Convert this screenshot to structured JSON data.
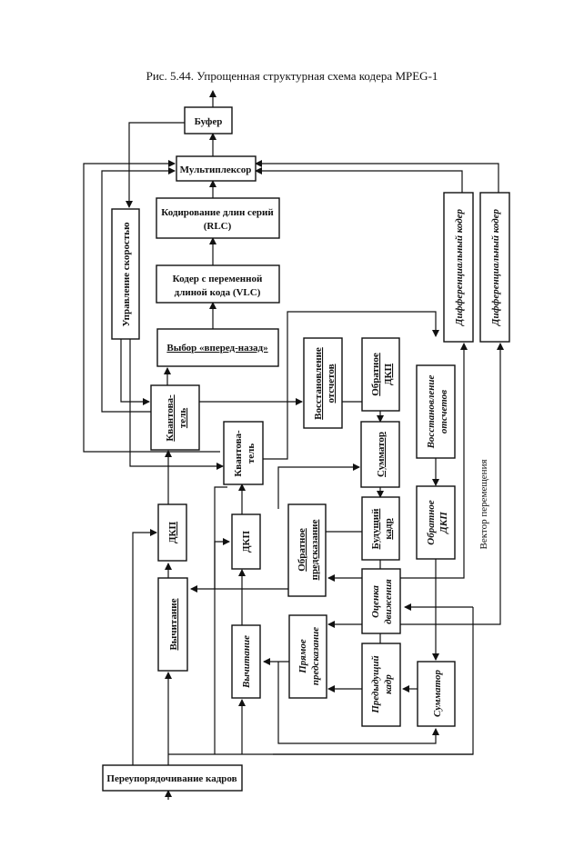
{
  "title": "Рис. 5.44. Упрощенная структурная схема кодера MPEG-1",
  "blocks": {
    "buffer": "Буфер",
    "mux": "Мультиплексор",
    "rlc": [
      "Кодирование длин серий",
      "(RLC)"
    ],
    "vlc": [
      "Кодер с переменной",
      "длиной кода (VLC)"
    ],
    "fwd_back": "Выбор «вперед-назад»",
    "rate_ctrl": "Управление скоростью",
    "diff1": "Дифференциальный кодер",
    "diff2": "Дифференциальный кодер",
    "quant1": [
      "Квантова-",
      "тель"
    ],
    "quant2": [
      "Квантова-",
      "тель"
    ],
    "restore1": [
      "Восстановление",
      "отсчетов"
    ],
    "idct1": [
      "Обратное",
      "ДКП"
    ],
    "adder1": "Сумматор",
    "restore2": [
      "Восстановление",
      "отсчетов"
    ],
    "future": [
      "Будущий",
      "кадр"
    ],
    "idct2": [
      "Обратное",
      "ДКП"
    ],
    "back_pred": [
      "Обратное",
      "предсказание"
    ],
    "motion": [
      "Оценка",
      "движения"
    ],
    "dct1": "ДКП",
    "dct2": "ДКП",
    "sub1": "Вычитание",
    "sub2": "Вычитание",
    "fwd_pred": [
      "Прямое",
      "предсказание"
    ],
    "prev": [
      "Предыдущий",
      "кадр"
    ],
    "adder2": "Сумматор",
    "reorder": "Переупорядочивание кадров"
  },
  "labels": {
    "motion_vector": "Вектор перемещения"
  }
}
